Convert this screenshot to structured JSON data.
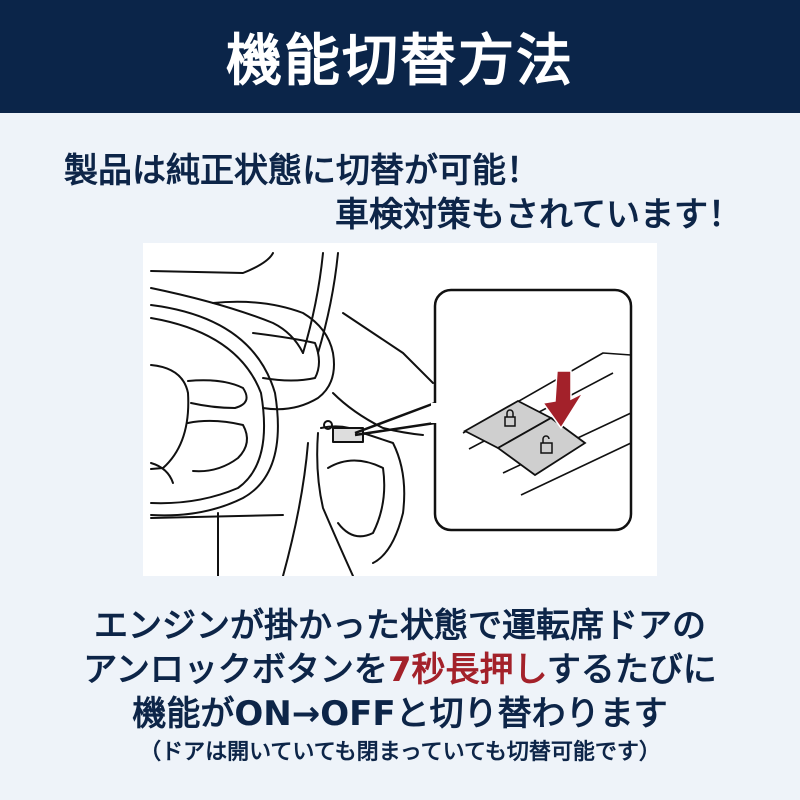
{
  "header": {
    "title": "機能切替方法"
  },
  "subtitle": {
    "line1": "製品は純正状態に切替が可能！",
    "line2": "車検対策もされています！"
  },
  "figure": {
    "description": "Car dashboard line illustration with callout zoom of door unlock button",
    "arrow_color": "#a3212a",
    "buttons": [
      "lock-icon",
      "unlock-icon"
    ]
  },
  "instructions": {
    "line1": "エンジンが掛かった状態で運転席ドアの",
    "line2_pre": "アンロックボタンを",
    "line2_highlight": "7秒長押し",
    "line2_post": "するたびに",
    "line3": "機能がON→OFFと切り替わります",
    "note": "（ドアは開いていても閉まっていても切替可能です）"
  },
  "colors": {
    "header_bg": "#0b2549",
    "background": "#eef3f9",
    "text": "#0d2548",
    "highlight": "#a3212a"
  }
}
